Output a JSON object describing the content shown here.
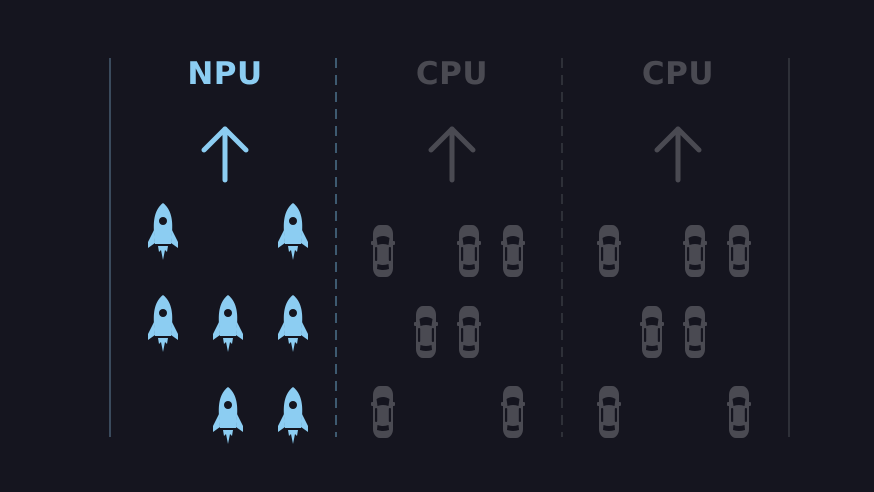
{
  "colors": {
    "background": "#15151f",
    "npu_accent": "#8ccdf2",
    "cpu_muted": "#4a4a52",
    "lane_line_solid": "#3a4a5c",
    "lane_line_dashed": "#3e5a70"
  },
  "lanes": [
    {
      "title": "NPU",
      "direction_icon": "up-arrow-icon",
      "vehicle_icon": "rocket-icon",
      "vehicles": [
        {
          "row": 1,
          "col": 1
        },
        {
          "row": 1,
          "col": 3
        },
        {
          "row": 2,
          "col": 1
        },
        {
          "row": 2,
          "col": 2
        },
        {
          "row": 2,
          "col": 3
        },
        {
          "row": 3,
          "col": 2
        },
        {
          "row": 3,
          "col": 3
        }
      ]
    },
    {
      "title": "CPU",
      "direction_icon": "up-arrow-icon",
      "vehicle_icon": "car-icon",
      "vehicles": [
        {
          "row": 1,
          "col": 1
        },
        {
          "row": 1,
          "col": 3
        },
        {
          "row": 1,
          "col": 4
        },
        {
          "row": 2,
          "col": 2
        },
        {
          "row": 2,
          "col": 3
        },
        {
          "row": 3,
          "col": 1
        },
        {
          "row": 3,
          "col": 4
        }
      ]
    },
    {
      "title": "CPU",
      "direction_icon": "up-arrow-icon",
      "vehicle_icon": "car-icon",
      "vehicles": [
        {
          "row": 1,
          "col": 1
        },
        {
          "row": 1,
          "col": 3
        },
        {
          "row": 1,
          "col": 4
        },
        {
          "row": 2,
          "col": 2
        },
        {
          "row": 2,
          "col": 3
        },
        {
          "row": 3,
          "col": 1
        },
        {
          "row": 3,
          "col": 4
        }
      ]
    }
  ]
}
